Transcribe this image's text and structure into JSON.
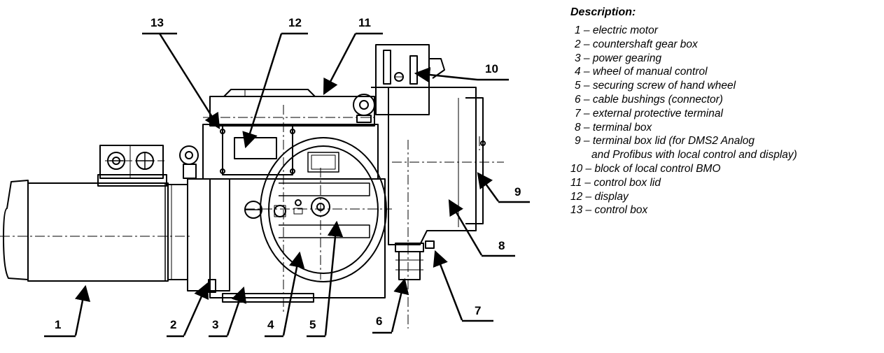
{
  "callouts": {
    "c1": "1",
    "c2": "2",
    "c3": "3",
    "c4": "4",
    "c5": "5",
    "c6": "6",
    "c7": "7",
    "c8": "8",
    "c9": "9",
    "c10": "10",
    "c11": "11",
    "c12": "12",
    "c13": "13"
  },
  "legend": {
    "title": "Description:",
    "items": [
      "1 – electric motor",
      "2 – countershaft gear box",
      "3 – power gearing",
      "4 – wheel of manual control",
      "5 – securing screw of hand wheel",
      "6 – cable bushings (connector)",
      "7 – external protective terminal",
      "8 – terminal box",
      "9 – terminal box lid (for DMS2 Analog",
      "and Profibus with local control and display)",
      "10 – block of local control BMO",
      "11 – control box lid",
      "12 – display",
      "13 – control box"
    ]
  }
}
